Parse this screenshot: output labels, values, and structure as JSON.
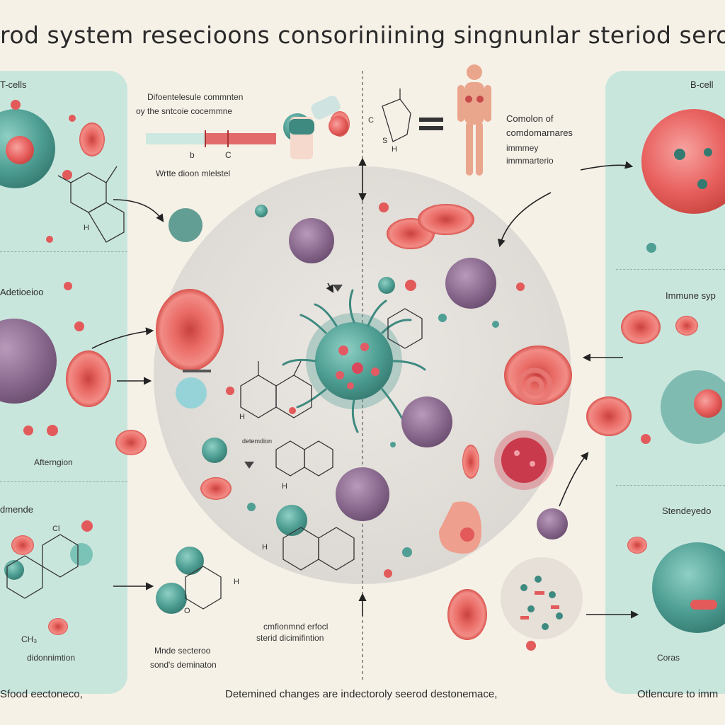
{
  "title": "rod system resecioons consoriniining singnunlar steriod serodc cictim",
  "left_panel": {
    "top_label": "T-cells",
    "mid_label": "Adetioeioo",
    "small_label": "Afterngion",
    "lower_label": "dmende",
    "bottom_label": "didonnimtion",
    "molecule_label": "CH₃"
  },
  "right_panel": {
    "top_label": "B-cell",
    "mid_label": "Immune syp",
    "lower_label": "Stendeyedo",
    "bottom_label": "Coras"
  },
  "top_center": {
    "caption_line1": "Difoentelesule commnten",
    "caption_line2": "oy the sntcoie cocemmne",
    "bar_marker_b": "b",
    "bar_marker_c": "C",
    "bar_caption": "Wrtte dioon mlelstel",
    "body_caption_line1": "Comolon of",
    "body_caption_line2": "comdomarnares",
    "body_caption_line3": "immmey",
    "body_caption_line4": "immmarterio"
  },
  "bottom_center": {
    "note_line1": "cmfionmnd erfocl",
    "note_line2": "sterid dicimifintion",
    "left_note_line1": "Mnde secteroo",
    "left_note_line2": "sond's deminaton",
    "small_label": "detemdion"
  },
  "footer": {
    "left": "Sfood eectoneco,",
    "center": "Detemined changes are indectoroly seerod destonemace,",
    "right": "Otlencure to imm"
  },
  "colors": {
    "background": "#f6f1e7",
    "panel": "#c9e6dd",
    "red_cell": "#e85a5a",
    "teal_cell": "#5aa59a",
    "purple_cell": "#8a6a8e"
  }
}
